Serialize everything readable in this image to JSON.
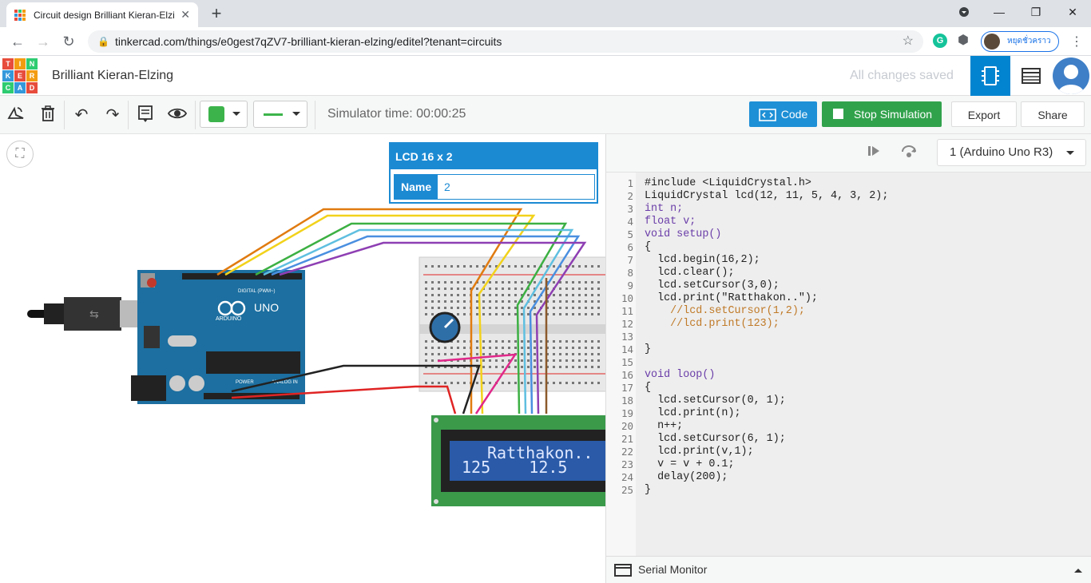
{
  "browser": {
    "tab_title": "Circuit design Brilliant Kieran-Elzi",
    "url": "tinkercad.com/things/e0gest7qZV7-brilliant-kieran-elzing/editel?tenant=circuits",
    "profile_name": "หยุดชั่วคราว",
    "icons": [
      "tinkercad-favicon",
      "close-icon",
      "plus-icon",
      "back-icon",
      "forward-icon",
      "reload-icon",
      "lock-icon",
      "star-icon",
      "grammarly-icon",
      "puzzle-icon",
      "menu-icon"
    ]
  },
  "header": {
    "logo_letters": [
      "T",
      "I",
      "N",
      "K",
      "E",
      "R",
      "C",
      "A",
      "D"
    ],
    "title": "Brilliant Kieran-Elzing",
    "save_status": "All changes saved"
  },
  "toolbar": {
    "sim_time": "Simulator time: 00:00:25",
    "code_label": "Code",
    "stop_label": "Stop Simulation",
    "export_label": "Export",
    "share_label": "Share",
    "color_swatch": "#3cb44b"
  },
  "inspector": {
    "title": "LCD 16 x 2",
    "name_label": "Name",
    "name_value": "2"
  },
  "circuit": {
    "uno_label": "UNO",
    "arduino_label": "ARDUINO",
    "digital_label": "DIGITAL (PWM~)",
    "power_label": "POWER",
    "analog_label": "ANALOG IN",
    "lcd_line1": "Ratthakon..",
    "lcd_line2": "125    12.5",
    "wire_colors": [
      "#e07b10",
      "#f2d21b",
      "#3cb043",
      "#5fbfe0",
      "#4a8fe0",
      "#8e3fb3",
      "#e02424",
      "#222222",
      "#e0288a"
    ]
  },
  "code_panel": {
    "device": "1 (Arduino Uno R3)",
    "serial_monitor": "Serial Monitor",
    "lines": [
      "#include <LiquidCrystal.h>",
      "LiquidCrystal lcd(12, 11, 5, 4, 3, 2);",
      "int n;",
      "float v;",
      "void setup()",
      "{",
      "  lcd.begin(16,2);",
      "  lcd.clear();",
      "  lcd.setCursor(3,0);",
      "  lcd.print(\"Ratthakon..\");",
      "    //lcd.setCursor(1,2);",
      "    //lcd.print(123);",
      "",
      "}",
      "",
      "void loop()",
      "{",
      "  lcd.setCursor(0, 1);",
      "  lcd.print(n);",
      "  n++;",
      "  lcd.setCursor(6, 1);",
      "  lcd.print(v,1);",
      "  v = v + 0.1;",
      "  delay(200);",
      "}"
    ]
  }
}
